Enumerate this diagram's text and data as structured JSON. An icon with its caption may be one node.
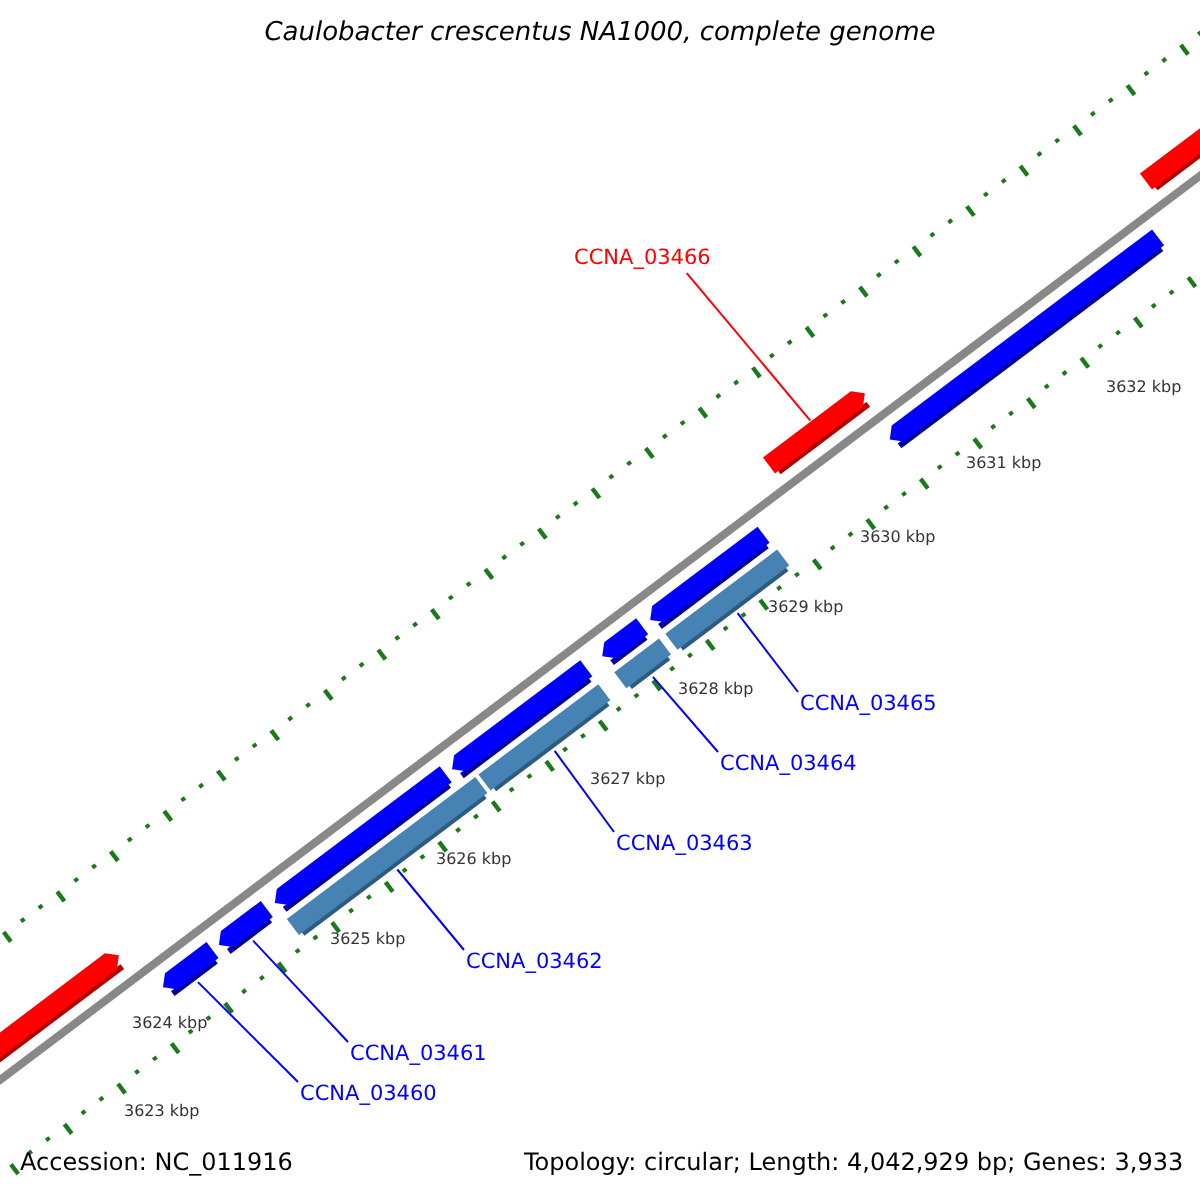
{
  "diagram": {
    "title": "Caulobacter crescentus NA1000, complete genome",
    "nodes": [
      {
        "text": [
          "CCNA_03466"
        ]
      },
      {
        "text": [
          "CCNA_03465"
        ]
      },
      {
        "text": [
          "CCNA_03464"
        ]
      },
      {
        "text": [
          "CCNA_03463"
        ]
      },
      {
        "text": [
          "CCNA_03462"
        ]
      },
      {
        "text": [
          "CCNA_03461"
        ]
      },
      {
        "text": [
          "CCNA_03460"
        ]
      },
      {
        "text": [],
        "shape": "arrow"
      },
      {
        "text": [],
        "shape": "arrow"
      },
      {
        "text": [],
        "shape": "bar"
      },
      {
        "text": [],
        "shape": "bar"
      },
      {
        "text": [],
        "shape": "bar"
      },
      {
        "text": [],
        "shape": "bar"
      },
      {
        "text": [],
        "shape": "arrow"
      }
    ],
    "edges": [
      {
        "from": 0,
        "to": 13,
        "arrow": "none",
        "color": "#ff0000"
      },
      {
        "from": 1,
        "to": 12,
        "arrow": "none"
      },
      {
        "from": 2,
        "to": 11,
        "arrow": "none"
      },
      {
        "from": 3,
        "to": 10,
        "arrow": "none"
      },
      {
        "from": 4,
        "to": 9,
        "arrow": "none"
      },
      {
        "from": 5,
        "to": 8,
        "arrow": "none"
      },
      {
        "from": 6,
        "to": 7,
        "arrow": "none"
      }
    ],
    "labels": [
      "3632 kbp",
      "3631 kbp",
      "3630 kbp",
      "3629 kbp",
      "3628 kbp",
      "3627 kbp",
      "3626 kbp",
      "3625 kbp",
      "3624 kbp",
      "3623 kbp",
      "Accession: NC_011916",
      "Topology: circular; Length: 4,042,929 bp; Genes: 3,933"
    ]
  }
}
